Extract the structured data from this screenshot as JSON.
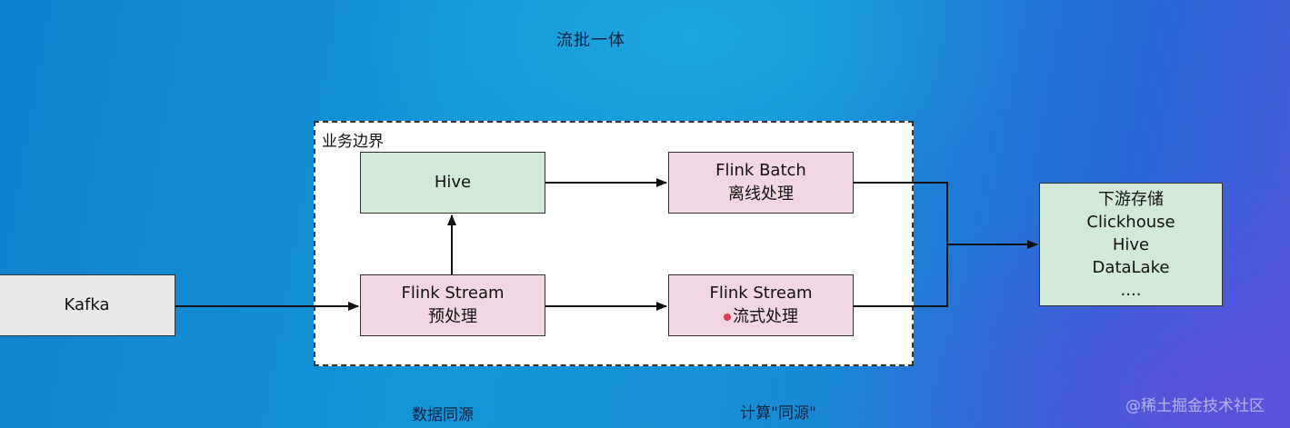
{
  "title": "流批一体",
  "boundary_label": "业务边界",
  "nodes": {
    "kafka": "Kafka",
    "hive": "Hive",
    "flink_stream_pre": {
      "line1": "Flink Stream",
      "line2": "预处理"
    },
    "flink_batch": {
      "line1": "Flink Batch",
      "line2": "离线处理"
    },
    "flink_stream": {
      "line1": "Flink Stream",
      "line2": "流式处理"
    },
    "storage": {
      "line1": "下游存储",
      "line2": "Clickhouse",
      "line3": "Hive",
      "line4": "DataLake",
      "line5": "...."
    }
  },
  "bottom_labels": {
    "left": "数据同源",
    "right": "计算\"同源\""
  },
  "watermark": "@稀土掘金技术社区",
  "colors": {
    "green_node": "#d2e9d8",
    "pink_node": "#f2d6e3",
    "gray_node": "#e8e8e8"
  }
}
